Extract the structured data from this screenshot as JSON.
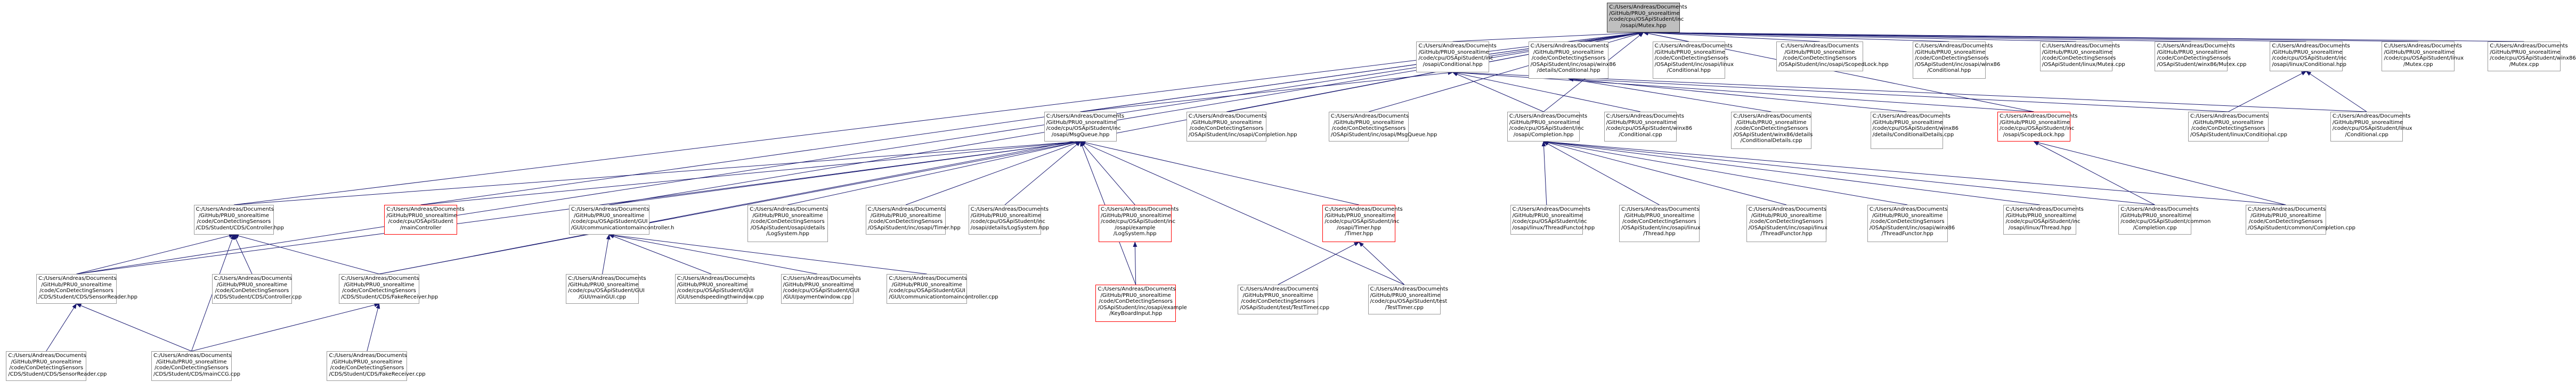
{
  "colors": {
    "edge": "#191970",
    "root_fill": "#bfbfbf",
    "root_border": "#404040",
    "node_border": "#999999",
    "red_border": "#ff0000"
  },
  "nodes": [
    {
      "id": "n0",
      "label": "C:/Users/Andreas/Documents\n/GitHub/PRU0_snorealtime\n/code/cpu/OSApiStudent/inc\n/osapi/Mutex.hpp",
      "style": "root"
    },
    {
      "id": "n1",
      "label": "C:/Users/Andreas/Documents\n/GitHub/PRU0_snorealtime\n/code/cpu/OSApiStudent/inc\n/osapi/Conditional.hpp"
    },
    {
      "id": "n2",
      "label": "C:/Users/Andreas/Documents\n/GitHub/PRU0_snorealtime\n/code/ConDetectingSensors\n/OSApiStudent/inc/osapi/winx86\n/details/Conditional.hpp"
    },
    {
      "id": "n3",
      "label": "C:/Users/Andreas/Documents\n/GitHub/PRU0_snorealtime\n/code/ConDetectingSensors\n/OSApiStudent/inc/osapi/linux\n/Conditional.hpp"
    },
    {
      "id": "n4",
      "label": "C:/Users/Andreas/Documents\n/GitHub/PRU0_snorealtime\n/code/ConDetectingSensors\n/OSApiStudent/inc/osapi/ScopedLock.hpp"
    },
    {
      "id": "n5",
      "label": "C:/Users/Andreas/Documents\n/GitHub/PRU0_snorealtime\n/code/ConDetectingSensors\n/OSApiStudent/inc/osapi/winx86\n/Conditional.hpp"
    },
    {
      "id": "n6",
      "label": "C:/Users/Andreas/Documents\n/GitHub/PRU0_snorealtime\n/code/ConDetectingSensors\n/OSApiStudent/linux/Mutex.cpp"
    },
    {
      "id": "n7",
      "label": "C:/Users/Andreas/Documents\n/GitHub/PRU0_snorealtime\n/code/ConDetectingSensors\n/OSApiStudent/winx86/Mutex.cpp"
    },
    {
      "id": "n8",
      "label": "C:/Users/Andreas/Documents\n/GitHub/PRU0_snorealtime\n/code/cpu/OSApiStudent/inc\n/osapi/linux/Conditional.hpp"
    },
    {
      "id": "n9",
      "label": "C:/Users/Andreas/Documents\n/GitHub/PRU0_snorealtime\n/code/cpu/OSApiStudent/linux\n/Mutex.cpp"
    },
    {
      "id": "n10",
      "label": "C:/Users/Andreas/Documents\n/GitHub/PRU0_snorealtime\n/code/cpu/OSApiStudent/winx86\n/Mutex.cpp"
    },
    {
      "id": "n11",
      "label": "C:/Users/Andreas/Documents\n/GitHub/PRU0_snorealtime\n/code/cpu/OSApiStudent/inc\n/osapi/MsgQueue.hpp"
    },
    {
      "id": "n12",
      "label": "C:/Users/Andreas/Documents\n/GitHub/PRU0_snorealtime\n/code/ConDetectingSensors\n/OSApiStudent/inc/osapi/Completion.hpp"
    },
    {
      "id": "n13",
      "label": "C:/Users/Andreas/Documents\n/GitHub/PRU0_snorealtime\n/code/ConDetectingSensors\n/OSApiStudent/inc/osapi/MsgQueue.hpp"
    },
    {
      "id": "n14",
      "label": "C:/Users/Andreas/Documents\n/GitHub/PRU0_snorealtime\n/code/cpu/OSApiStudent/inc\n/osapi/Completion.hpp"
    },
    {
      "id": "n15",
      "label": "C:/Users/Andreas/Documents\n/GitHub/PRU0_snorealtime\n/code/cpu/OSApiStudent/winx86\n/Conditional.cpp"
    },
    {
      "id": "n16",
      "label": "C:/Users/Andreas/Documents\n/GitHub/PRU0_snorealtime\n/code/ConDetectingSensors\n/OSApiStudent/winx86/details\n/ConditionalDetails.cpp"
    },
    {
      "id": "n17",
      "label": "C:/Users/Andreas/Documents\n/GitHub/PRU0_snorealtime\n/code/cpu/OSApiStudent/winx86\n/details/ConditionalDetails.cpp"
    },
    {
      "id": "n18",
      "label": "C:/Users/Andreas/Documents\n/GitHub/PRU0_snorealtime\n/code/cpu/OSApiStudent/inc\n/osapi/ScopedLock.hpp",
      "style": "red"
    },
    {
      "id": "n19",
      "label": "C:/Users/Andreas/Documents\n/GitHub/PRU0_snorealtime\n/code/ConDetectingSensors\n/OSApiStudent/linux/Conditional.cpp"
    },
    {
      "id": "n20",
      "label": "C:/Users/Andreas/Documents\n/GitHub/PRU0_snorealtime\n/code/cpu/OSApiStudent/linux\n/Conditional.cpp"
    },
    {
      "id": "n21",
      "label": "C:/Users/Andreas/Documents\n/GitHub/PRU0_snorealtime\n/code/ConDetectingSensors\n/CDS/Student/CDS/Controller.hpp"
    },
    {
      "id": "n22",
      "label": "C:/Users/Andreas/Documents\n/GitHub/PRU0_snorealtime\n/code/cpu/OSApiStudent\n/mainController",
      "style": "red"
    },
    {
      "id": "n23",
      "label": "C:/Users/Andreas/Documents\n/GitHub/PRU0_snorealtime\n/code/cpu/OSApiStudent/GUI\n/GUI/communicationtomaincontroller.h"
    },
    {
      "id": "n24",
      "label": "C:/Users/Andreas/Documents\n/GitHub/PRU0_snorealtime\n/code/ConDetectingSensors\n/OSApiStudent/osapi/details\n/LogSystem.hpp"
    },
    {
      "id": "n25",
      "label": "C:/Users/Andreas/Documents\n/GitHub/PRU0_snorealtime\n/code/ConDetectingSensors\n/OSApiStudent/inc/osapi/Timer.hpp"
    },
    {
      "id": "n26",
      "label": "C:/Users/Andreas/Documents\n/GitHub/PRU0_snorealtime\n/code/cpu/OSApiStudent/inc\n/osapi/details/LogSystem.hpp"
    },
    {
      "id": "n27",
      "label": "C:/Users/Andreas/Documents\n/GitHub/PRU0_snorealtime\n/code/cpu/OSApiStudent/inc\n/osapi/example\n/LogSystem.hpp",
      "style": "red"
    },
    {
      "id": "n28",
      "label": "C:/Users/Andreas/Documents\n/GitHub/PRU0_snorealtime\n/code/cpu/OSApiStudent/inc\n/osapi/Timer.hpp\n/Timer.hpp",
      "style": "red"
    },
    {
      "id": "n29",
      "label": "C:/Users/Andreas/Documents\n/GitHub/PRU0_snorealtime\n/code/cpu/OSApiStudent/inc\n/osapi/linux/ThreadFunctor.hpp"
    },
    {
      "id": "n30",
      "label": "C:/Users/Andreas/Documents\n/GitHub/PRU0_snorealtime\n/code/ConDetectingSensors\n/OSApiStudent/inc/osapi/linux\n/Thread.hpp"
    },
    {
      "id": "n31",
      "label": "C:/Users/Andreas/Documents\n/GitHub/PRU0_snorealtime\n/code/ConDetectingSensors\n/OSApiStudent/inc/osapi/linux\n/ThreadFunctor.hpp"
    },
    {
      "id": "n32",
      "label": "C:/Users/Andreas/Documents\n/GitHub/PRU0_snorealtime\n/code/ConDetectingSensors\n/OSApiStudent/inc/osapi/winx86\n/ThreadFunctor.hpp"
    },
    {
      "id": "n33",
      "label": "C:/Users/Andreas/Documents\n/GitHub/PRU0_snorealtime\n/code/cpu/OSApiStudent/inc\n/osapi/linux/Thread.hpp"
    },
    {
      "id": "n34",
      "label": "C:/Users/Andreas/Documents\n/GitHub/PRU0_snorealtime\n/code/cpu/OSApiStudent/common\n/Completion.cpp"
    },
    {
      "id": "n35",
      "label": "C:/Users/Andreas/Documents\n/GitHub/PRU0_snorealtime\n/code/ConDetectingSensors\n/OSApiStudent/common/Completion.cpp"
    },
    {
      "id": "n36",
      "label": "C:/Users/Andreas/Documents\n/GitHub/PRU0_snorealtime\n/code/ConDetectingSensors\n/CDS/Student/CDS/SensorReader.hpp"
    },
    {
      "id": "n37",
      "label": "C:/Users/Andreas/Documents\n/GitHub/PRU0_snorealtime\n/code/ConDetectingSensors\n/CDS/Student/CDS/Controller.cpp"
    },
    {
      "id": "n38",
      "label": "C:/Users/Andreas/Documents\n/GitHub/PRU0_snorealtime\n/code/ConDetectingSensors\n/CDS/Student/CDS/FakeReceiver.hpp"
    },
    {
      "id": "n39",
      "label": "C:/Users/Andreas/Documents\n/GitHub/PRU0_snorealtime\n/code/cpu/OSApiStudent/GUI\n/GUI/mainGUI.cpp"
    },
    {
      "id": "n40",
      "label": "C:/Users/Andreas/Documents\n/GitHub/PRU0_snorealtime\n/code/cpu/OSApiStudent/GUI\n/GUI/sendspeedingthwindow.cpp"
    },
    {
      "id": "n41",
      "label": "C:/Users/Andreas/Documents\n/GitHub/PRU0_snorealtime\n/code/cpu/OSApiStudent/GUI\n/GUI/paymentwindow.cpp"
    },
    {
      "id": "n42",
      "label": "C:/Users/Andreas/Documents\n/GitHub/PRU0_snorealtime\n/code/cpu/OSApiStudent/GUI\n/GUI/communicationtomaincontroller.cpp"
    },
    {
      "id": "n43",
      "label": "C:/Users/Andreas/Documents\n/GitHub/PRU0_snorealtime\n/code/ConDetectingSensors\n/OSApiStudent/inc/osapi/example\n/KeyBoardInput.hpp",
      "style": "red"
    },
    {
      "id": "n44",
      "label": "C:/Users/Andreas/Documents\n/GitHub/PRU0_snorealtime\n/code/ConDetectingSensors\n/OSApiStudent/test/TestTimer.cpp"
    },
    {
      "id": "n45",
      "label": "C:/Users/Andreas/Documents\n/GitHub/PRU0_snorealtime\n/code/cpu/OSApiStudent/test\n/TestTimer.cpp"
    },
    {
      "id": "n46",
      "label": "C:/Users/Andreas/Documents\n/GitHub/PRU0_snorealtime\n/code/ConDetectingSensors\n/CDS/Student/CDS/SensorReader.cpp"
    },
    {
      "id": "n47",
      "label": "C:/Users/Andreas/Documents\n/GitHub/PRU0_snorealtime\n/code/ConDetectingSensors\n/CDS/Student/CDS/mainCCG.cpp"
    },
    {
      "id": "n48",
      "label": "C:/Users/Andreas/Documents\n/GitHub/PRU0_snorealtime\n/code/ConDetectingSensors\n/CDS/Student/CDS/FakeReceiver.cpp"
    }
  ],
  "edges": [
    [
      "n0",
      "n1"
    ],
    [
      "n0",
      "n2"
    ],
    [
      "n0",
      "n3"
    ],
    [
      "n0",
      "n4"
    ],
    [
      "n0",
      "n5"
    ],
    [
      "n0",
      "n6"
    ],
    [
      "n0",
      "n7"
    ],
    [
      "n0",
      "n8"
    ],
    [
      "n0",
      "n9"
    ],
    [
      "n0",
      "n10"
    ],
    [
      "n0",
      "n11"
    ],
    [
      "n0",
      "n12"
    ],
    [
      "n0",
      "n13"
    ],
    [
      "n0",
      "n14"
    ],
    [
      "n0",
      "n18"
    ],
    [
      "n0",
      "n21"
    ],
    [
      "n0",
      "n22"
    ],
    [
      "n0",
      "n23"
    ],
    [
      "n0",
      "n36"
    ],
    [
      "n0",
      "n38"
    ],
    [
      "n1",
      "n11"
    ],
    [
      "n1",
      "n14"
    ],
    [
      "n1",
      "n15"
    ],
    [
      "n1",
      "n18"
    ],
    [
      "n1",
      "n20"
    ],
    [
      "n2",
      "n16"
    ],
    [
      "n2",
      "n17"
    ],
    [
      "n2",
      "n19"
    ],
    [
      "n8",
      "n19"
    ],
    [
      "n8",
      "n20"
    ],
    [
      "n11",
      "n21"
    ],
    [
      "n11",
      "n22"
    ],
    [
      "n11",
      "n23"
    ],
    [
      "n11",
      "n24"
    ],
    [
      "n11",
      "n25"
    ],
    [
      "n11",
      "n26"
    ],
    [
      "n11",
      "n27"
    ],
    [
      "n11",
      "n28"
    ],
    [
      "n11",
      "n36"
    ],
    [
      "n11",
      "n38"
    ],
    [
      "n11",
      "n43"
    ],
    [
      "n11",
      "n45"
    ],
    [
      "n14",
      "n29"
    ],
    [
      "n14",
      "n30"
    ],
    [
      "n14",
      "n31"
    ],
    [
      "n14",
      "n32"
    ],
    [
      "n14",
      "n33"
    ],
    [
      "n14",
      "n34"
    ],
    [
      "n14",
      "n35"
    ],
    [
      "n18",
      "n34"
    ],
    [
      "n18",
      "n35"
    ],
    [
      "n21",
      "n36"
    ],
    [
      "n21",
      "n37"
    ],
    [
      "n21",
      "n38"
    ],
    [
      "n21",
      "n47"
    ],
    [
      "n23",
      "n39"
    ],
    [
      "n23",
      "n40"
    ],
    [
      "n23",
      "n41"
    ],
    [
      "n23",
      "n42"
    ],
    [
      "n27",
      "n43"
    ],
    [
      "n28",
      "n44"
    ],
    [
      "n28",
      "n45"
    ],
    [
      "n36",
      "n46"
    ],
    [
      "n36",
      "n47"
    ],
    [
      "n38",
      "n47"
    ],
    [
      "n38",
      "n48"
    ]
  ]
}
